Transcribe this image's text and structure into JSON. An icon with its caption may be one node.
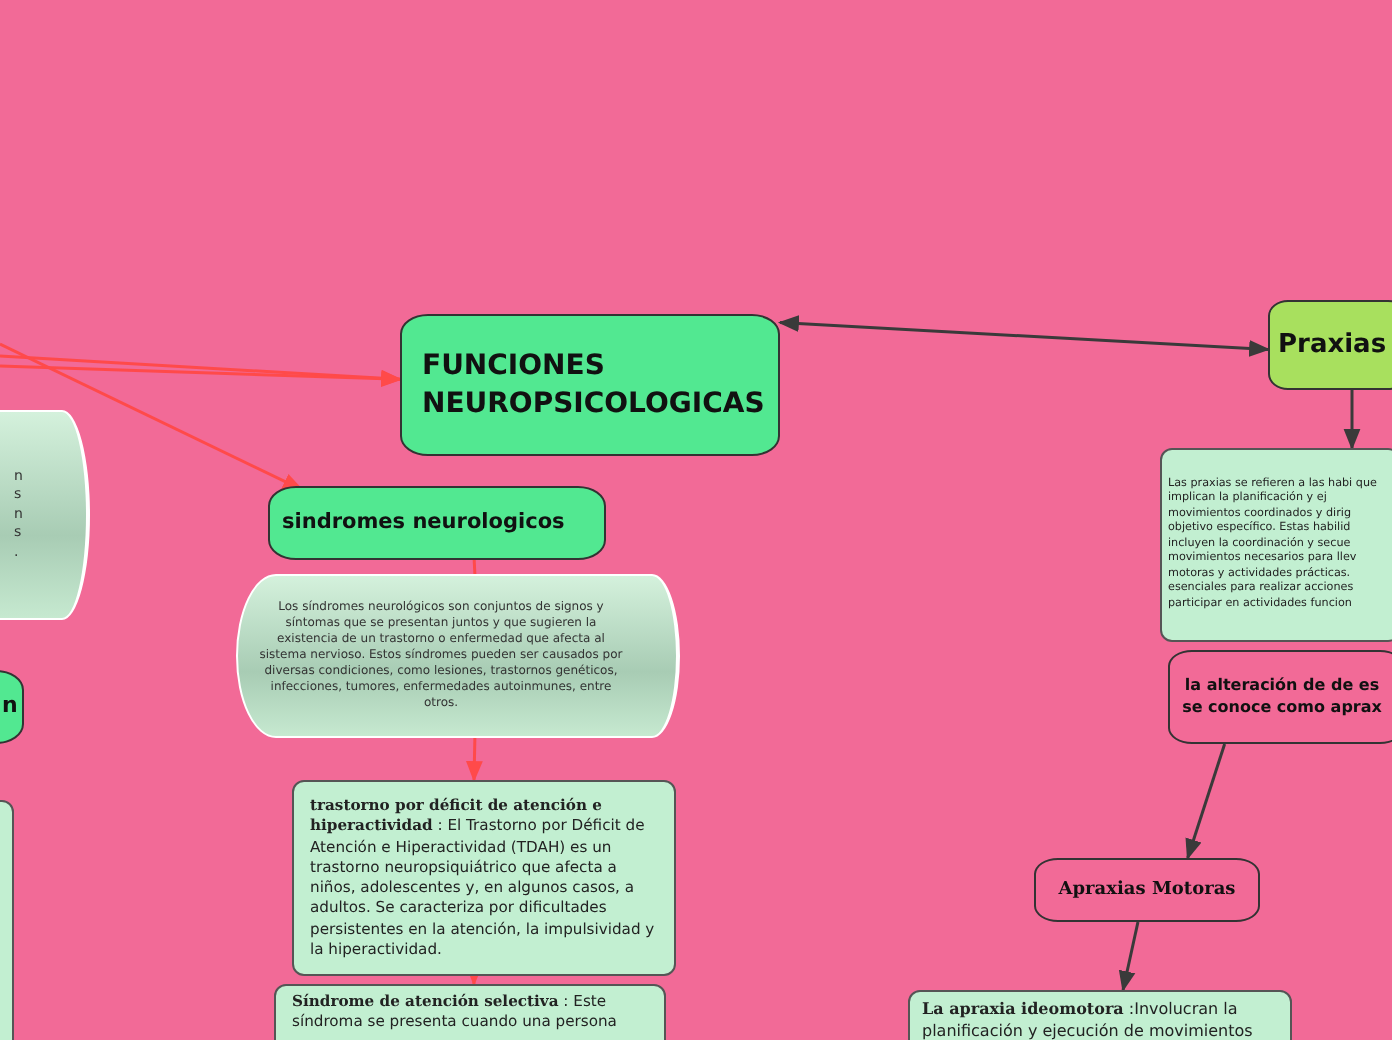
{
  "diagram": {
    "nodes": [
      {
        "text": [
          "FUNCIONES NEUROPSICOLOGICAS"
        ]
      },
      {
        "text": [
          "Praxias"
        ]
      },
      {
        "text": [
          "Las praxias se refieren a las habi que implican la planificación y ej movimientos coordinados y dirig objetivo específico. Estas habilid incluyen la coordinación y secue movimientos necesarios para llev motoras y actividades prácticas. esenciales para realizar acciones participar en actividades funcion"
        ]
      },
      {
        "text": [
          "la alteración de  de es se conoce como aprax"
        ]
      },
      {
        "text": [
          "Apraxias Motoras"
        ]
      },
      {
        "text": [
          "**La apraxia ideomotora** :Involucran la planificación y ejecución de movimientos"
        ]
      },
      {
        "text": [
          "sindromes neurologicos"
        ]
      },
      {
        "text": [
          "Los síndromes neurológicos son conjuntos de signos y síntomas que se presentan juntos y que sugieren la existencia de un trastorno o enfermedad que afecta al sistema nervioso. Estos síndromes pueden ser causados por diversas condiciones, como lesiones, trastornos genéticos, infecciones, tumores, enfermedades autoinmunes, entre otros."
        ]
      },
      {
        "text": [
          "**trastorno   por déficit de atención e hiperactividad** :  El Trastorno por Déficit de Atención e Hiperactividad (TDAH) es un trastorno neuropsiquiátrico que afecta a niños, adolescentes y, en algunos casos, a adultos. Se caracteriza por dificultades persistentes en la atención, la impulsividad y la hiperactividad."
        ]
      },
      {
        "text": [
          "**Síndrome  de  atención  selectiva** : Este síndroma se presenta cuando una persona"
        ]
      },
      {
        "text": [
          "n s n s ."
        ]
      },
      {
        "text": [
          "n"
        ]
      },
      {
        "text": [],
        "shape": "box"
      }
    ],
    "edges": [
      {
        "from": null,
        "to": 0,
        "arrow": "to"
      },
      {
        "from": null,
        "to": 0,
        "arrow": "to"
      },
      {
        "from": null,
        "to": 6,
        "arrow": "to"
      },
      {
        "from": 0,
        "to": 1,
        "arrow": "both",
        "color": "#3a3a3a"
      },
      {
        "from": 1,
        "to": 2,
        "arrow": "to",
        "color": "#3a3a3a"
      },
      {
        "from": 3,
        "to": 4,
        "arrow": "to",
        "color": "#3a3a3a"
      },
      {
        "from": 4,
        "to": 5,
        "arrow": "to",
        "color": "#3a3a3a"
      },
      {
        "from": 6,
        "to": 7,
        "arrow": "none"
      },
      {
        "from": 7,
        "to": 8,
        "arrow": "to"
      },
      {
        "from": 8,
        "to": 9,
        "arrow": "to"
      }
    ]
  }
}
